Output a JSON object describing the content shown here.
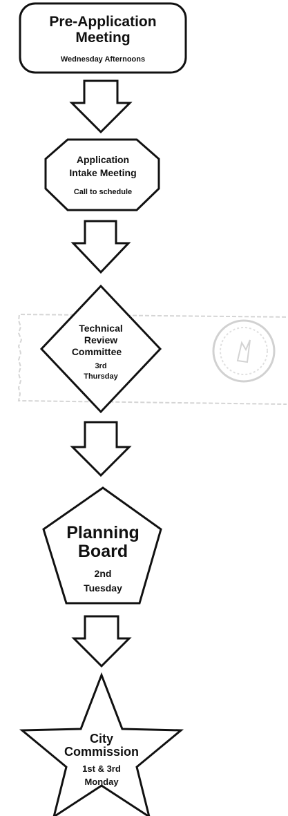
{
  "steps": {
    "pre_application": {
      "title_line1": "Pre-Application",
      "title_line2": "Meeting",
      "schedule": "Wednesday Afternoons"
    },
    "application_intake": {
      "title_line1": "Application",
      "title_line2": "Intake Meeting",
      "schedule": "Call to schedule"
    },
    "technical_review": {
      "title_line1": "Technical",
      "title_line2": "Review",
      "title_line3": "Committee",
      "schedule_line1": "3rd",
      "schedule_line2": "Thursday"
    },
    "planning_board": {
      "title_line1": "Planning",
      "title_line2": "Board",
      "schedule_line1": "2nd",
      "schedule_line2": "Tuesday"
    },
    "city_commission": {
      "title_line1": "City",
      "title_line2": "Commission",
      "schedule_line1": "1st & 3rd",
      "schedule_line2": "Monday"
    }
  },
  "colors": {
    "stroke": "#111111",
    "fill": "#ffffff",
    "stamp": "#cfcfcf"
  }
}
